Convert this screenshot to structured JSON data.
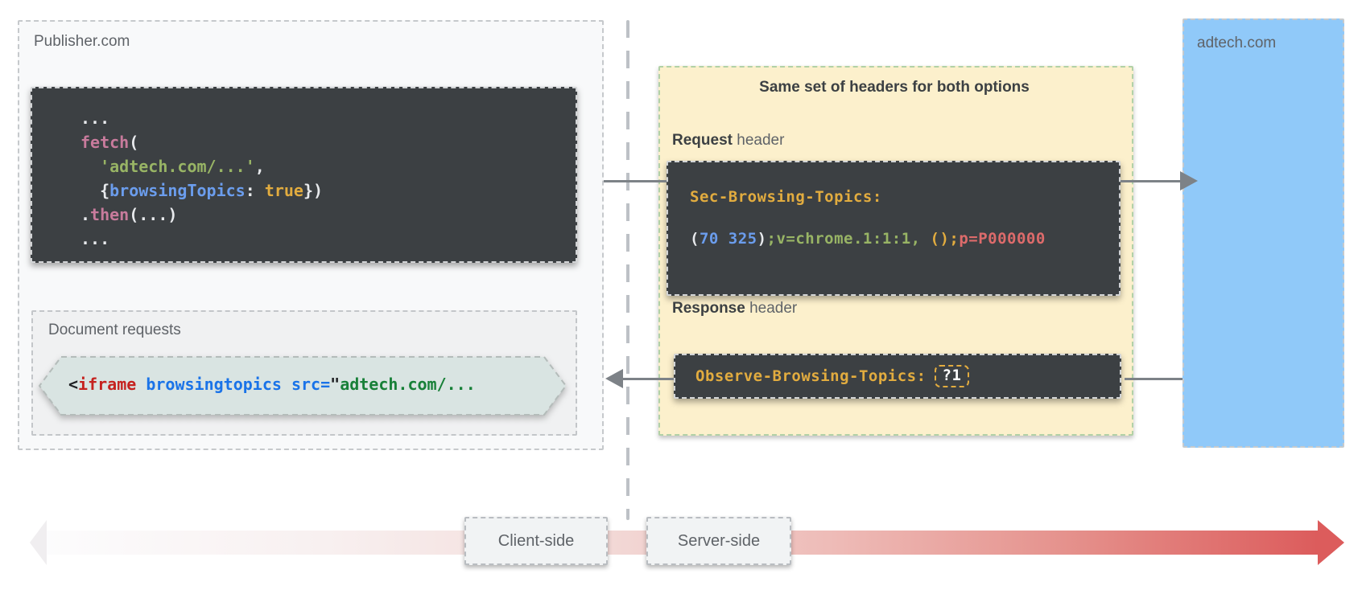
{
  "code_colors": {
    "plain": "#e8eaed",
    "pink": "#c87b9c",
    "green": "#98b465",
    "blue": "#6b9ded",
    "yellow": "#e2ac3f",
    "red": "#dd6b6b",
    "html_plain": "#202124",
    "html_red": "#c5221f",
    "html_blue": "#1a73e8",
    "html_green": "#188038"
  },
  "accent_colors": {
    "yellow_panel_bg": "#fcf0cc",
    "yellow_panel_border": "#b2d1a6",
    "blue_panel_bg": "#90c9f9",
    "dark_block_bg": "#3c4043",
    "connector_gray": "#7d8287",
    "timeline_red": "#dc5c5c",
    "header_name_yellow": "#e2ac3f"
  },
  "publisher": {
    "label": "Publisher.com",
    "fetch_code_lines": [
      [
        {
          "t": "...",
          "c": "plain"
        }
      ],
      [
        {
          "t": "fetch",
          "c": "pink"
        },
        {
          "t": "(",
          "c": "plain"
        }
      ],
      [
        {
          "t": "  ",
          "c": "plain"
        },
        {
          "t": "'adtech.com/...'",
          "c": "green"
        },
        {
          "t": ",",
          "c": "plain"
        }
      ],
      [
        {
          "t": "  {",
          "c": "plain"
        },
        {
          "t": "browsingTopics",
          "c": "blue"
        },
        {
          "t": ": ",
          "c": "plain"
        },
        {
          "t": "true",
          "c": "yellow"
        },
        {
          "t": "})",
          "c": "plain"
        }
      ],
      [
        {
          "t": ".",
          "c": "plain"
        },
        {
          "t": "then",
          "c": "pink"
        },
        {
          "t": "(...)",
          "c": "plain"
        }
      ],
      [
        {
          "t": "...",
          "c": "plain"
        }
      ]
    ],
    "document_requests": {
      "label": "Document requests",
      "iframe_segments": [
        {
          "t": "<",
          "c": "html_plain"
        },
        {
          "t": "iframe",
          "c": "html_red"
        },
        {
          "t": " ",
          "c": "html_plain"
        },
        {
          "t": "browsingtopics",
          "c": "html_blue"
        },
        {
          "t": " ",
          "c": "html_plain"
        },
        {
          "t": "src=",
          "c": "html_blue"
        },
        {
          "t": "\"",
          "c": "html_plain"
        },
        {
          "t": "adtech.com/...",
          "c": "html_green"
        }
      ]
    }
  },
  "headers_panel": {
    "title": "Same set of headers for both options",
    "request_label_bold": "Request",
    "request_label_rest": " header",
    "request_name": "Sec-Browsing-Topics:",
    "request_value_segments": [
      {
        "t": "(",
        "c": "plain"
      },
      {
        "t": "70 325",
        "c": "blue"
      },
      {
        "t": ")",
        "c": "plain"
      },
      {
        "t": ";v=chrome.1:1:1,",
        "c": "green"
      },
      {
        "t": " ",
        "c": "plain"
      },
      {
        "t": "();",
        "c": "yellow"
      },
      {
        "t": "p=P000000",
        "c": "red"
      }
    ],
    "response_label_bold": "Response",
    "response_label_rest": " header",
    "response_name": "Observe-Browsing-Topics:",
    "response_value_chip": "?1"
  },
  "adtech": {
    "label": "adtech.com"
  },
  "timeline": {
    "client_label": "Client-side",
    "server_label": "Server-side"
  }
}
